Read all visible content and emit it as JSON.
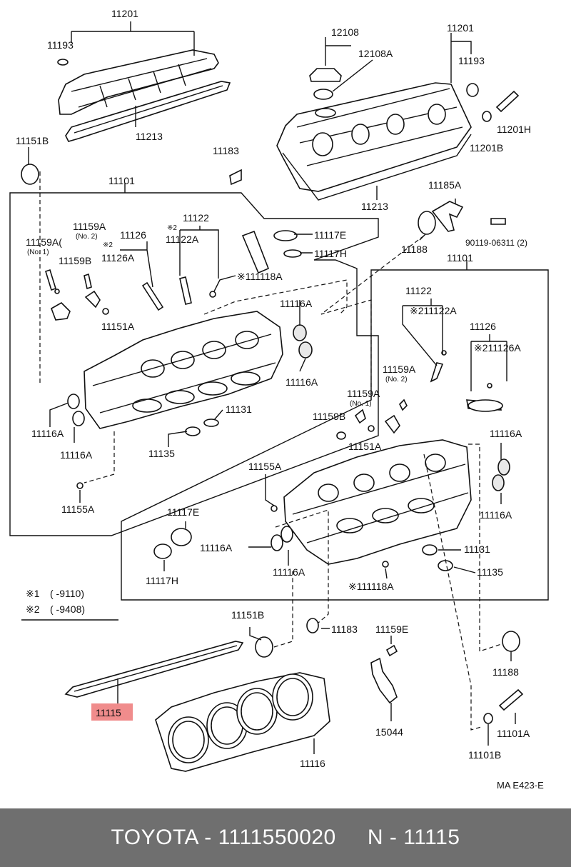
{
  "footer": {
    "text": "TOYOTA - 1111550020     N - 11115"
  },
  "diagram": {
    "drawing_code": "MA E423-E",
    "legend": [
      {
        "mark": "※1",
        "range": "(       -9110)"
      },
      {
        "mark": "※2",
        "range": "(       -9408)"
      }
    ],
    "highlighted_part": "11115",
    "labels": {
      "p11201_l": "11201",
      "p11193_l": "11193",
      "p11213_l": "11213",
      "p11151b_l": "11151B",
      "p12108": "12108",
      "p12108a": "12108A",
      "p11201_r": "11201",
      "p11193_r": "11193",
      "p11201h": "11201H",
      "p11201b": "11201B",
      "p11213_r": "11213",
      "p11183_t": "11183",
      "p11101_l": "11101",
      "p11185a": "11185A",
      "p11188_t": "11188",
      "p90119": "90119-06311 (2)",
      "p11122_l": "11122",
      "p11122a_l": "※2",
      "p11122a_lt": "11122A",
      "p11126_l": "11126",
      "p11126a_lm": "※2",
      "p11126a_lt": "11126A",
      "p11159a_n2_l": "11159A",
      "n2_l": "(No. 2)",
      "p11159a_n1_l": "11159A(",
      "n1_l": "(No. 1)",
      "p11159b_l": "11159B",
      "p11151a_l": "11151A",
      "p11117e_t": "11117E",
      "p11117h_t": "11117H",
      "p111118a_t": "※111118A",
      "p11116a_1": "11116A",
      "p11116a_2": "11116A",
      "p11116a_3": "11116A",
      "p11116a_4": "11116A",
      "p11131_l": "11131",
      "p11135_l": "11135",
      "p11155a_l": "11155A",
      "p11101_r": "11101",
      "p11122_r": "11122",
      "p11122a_r": "※211122A",
      "p11126_r": "11126",
      "p11126a_r": "※211126A",
      "p11159a_n2_r": "11159A",
      "n2_r": "(No. 2)",
      "p11159a_n1_r": "11159A",
      "n1_r": "(No. 1)",
      "p11159b_r": "11159B",
      "p11151a_r": "11151A",
      "p11155a_r": "11155A",
      "p11116a_5": "11116A",
      "p11116a_6": "11116A",
      "p11116a_7": "11116A",
      "p11116a_8": "11116A",
      "p11117e_b": "11117E",
      "p11117h_b": "11117H",
      "p11131_r": "11131",
      "p11135_r": "11135",
      "p111118a_b": "※111118A",
      "p11151b_b": "11151B",
      "p11183_b": "11183",
      "p11159e": "11159E",
      "p11188_b": "11188",
      "p11115": "11115",
      "p15044": "15044",
      "p11116": "11116",
      "p11101a": "11101A",
      "p11101b": "11101B"
    }
  }
}
